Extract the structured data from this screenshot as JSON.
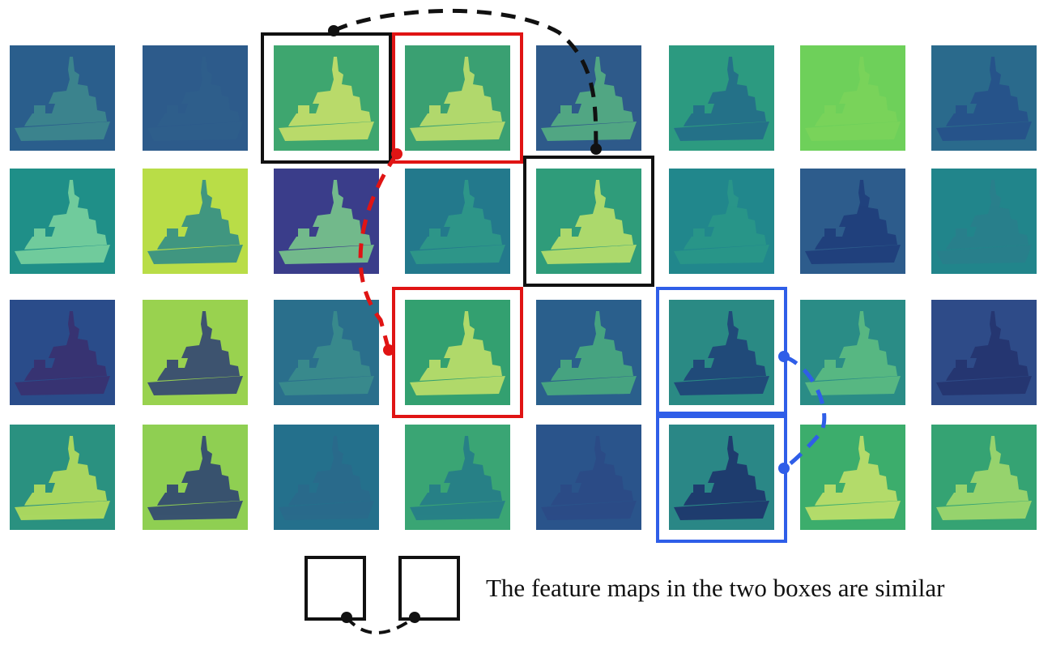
{
  "legend": {
    "text": "The feature maps in the two boxes are similar"
  },
  "colors": {
    "similar_pair_black": "#111111",
    "similar_pair_red": "#e01414",
    "similar_pair_blue": "#2f5ee8",
    "background": "#ffffff"
  },
  "feature_map_grid": {
    "rows": 4,
    "columns": 8,
    "subject": "ship",
    "tiles": [
      [
        {
          "bg": "#2a5e8c",
          "ship": "#3f8a8e"
        },
        {
          "bg": "#2d5b8b",
          "ship": "#2f5f8c"
        },
        {
          "bg": "#3ea66f",
          "ship": "#cfe46a"
        },
        {
          "bg": "#3aa072",
          "ship": "#c6e26c"
        },
        {
          "bg": "#2e5a8a",
          "ship": "#58b482"
        },
        {
          "bg": "#2c9a80",
          "ship": "#236a8a"
        },
        {
          "bg": "#6ed05a",
          "ship": "#7cd45a"
        },
        {
          "bg": "#2a6a8c",
          "ship": "#26508a"
        }
      ],
      [
        {
          "bg": "#1f8f88",
          "ship": "#7fd6a0"
        },
        {
          "bg": "#b9dd47",
          "ship": "#2b8a8a"
        },
        {
          "bg": "#3a3d8a",
          "ship": "#7ccf8c"
        },
        {
          "bg": "#23798c",
          "ship": "#2f9b88"
        },
        {
          "bg": "#2f9c7a",
          "ship": "#c2e46a"
        },
        {
          "bg": "#21878c",
          "ship": "#2a9888"
        },
        {
          "bg": "#2d5c8c",
          "ship": "#1e3c7a"
        },
        {
          "bg": "#21858b",
          "ship": "#2a7e8b"
        }
      ],
      [
        {
          "bg": "#2a4c8a",
          "ship": "#3a2f6e"
        },
        {
          "bg": "#99d24f",
          "ship": "#2e3e75"
        },
        {
          "bg": "#2a6f8c",
          "ship": "#3b8e8c"
        },
        {
          "bg": "#33a070",
          "ship": "#c6e46a"
        },
        {
          "bg": "#2a5f8c",
          "ship": "#4bb07e"
        },
        {
          "bg": "#2a8a84",
          "ship": "#1f3f78"
        },
        {
          "bg": "#2a8c86",
          "ship": "#5fbf82"
        },
        {
          "bg": "#2e4b88",
          "ship": "#24336e"
        }
      ],
      [
        {
          "bg": "#2a9180",
          "ship": "#bfe35a"
        },
        {
          "bg": "#8fcf52",
          "ship": "#2a3d74"
        },
        {
          "bg": "#24708c",
          "ship": "#2a6a8b"
        },
        {
          "bg": "#3aa574",
          "ship": "#247a8a"
        },
        {
          "bg": "#2a548b",
          "ship": "#2c4a86"
        },
        {
          "bg": "#2a8786",
          "ship": "#1d2f6a"
        },
        {
          "bg": "#3cad6c",
          "ship": "#c8e46a"
        },
        {
          "bg": "#35a373",
          "ship": "#a8dc6c"
        }
      ]
    ]
  },
  "similar_pairs": [
    {
      "color": "black",
      "boxes": [
        [
          0,
          2
        ],
        [
          1,
          4
        ]
      ]
    },
    {
      "color": "red",
      "boxes": [
        [
          0,
          3
        ],
        [
          2,
          3
        ]
      ]
    },
    {
      "color": "blue",
      "boxes": [
        [
          2,
          5
        ],
        [
          3,
          5
        ]
      ]
    }
  ]
}
